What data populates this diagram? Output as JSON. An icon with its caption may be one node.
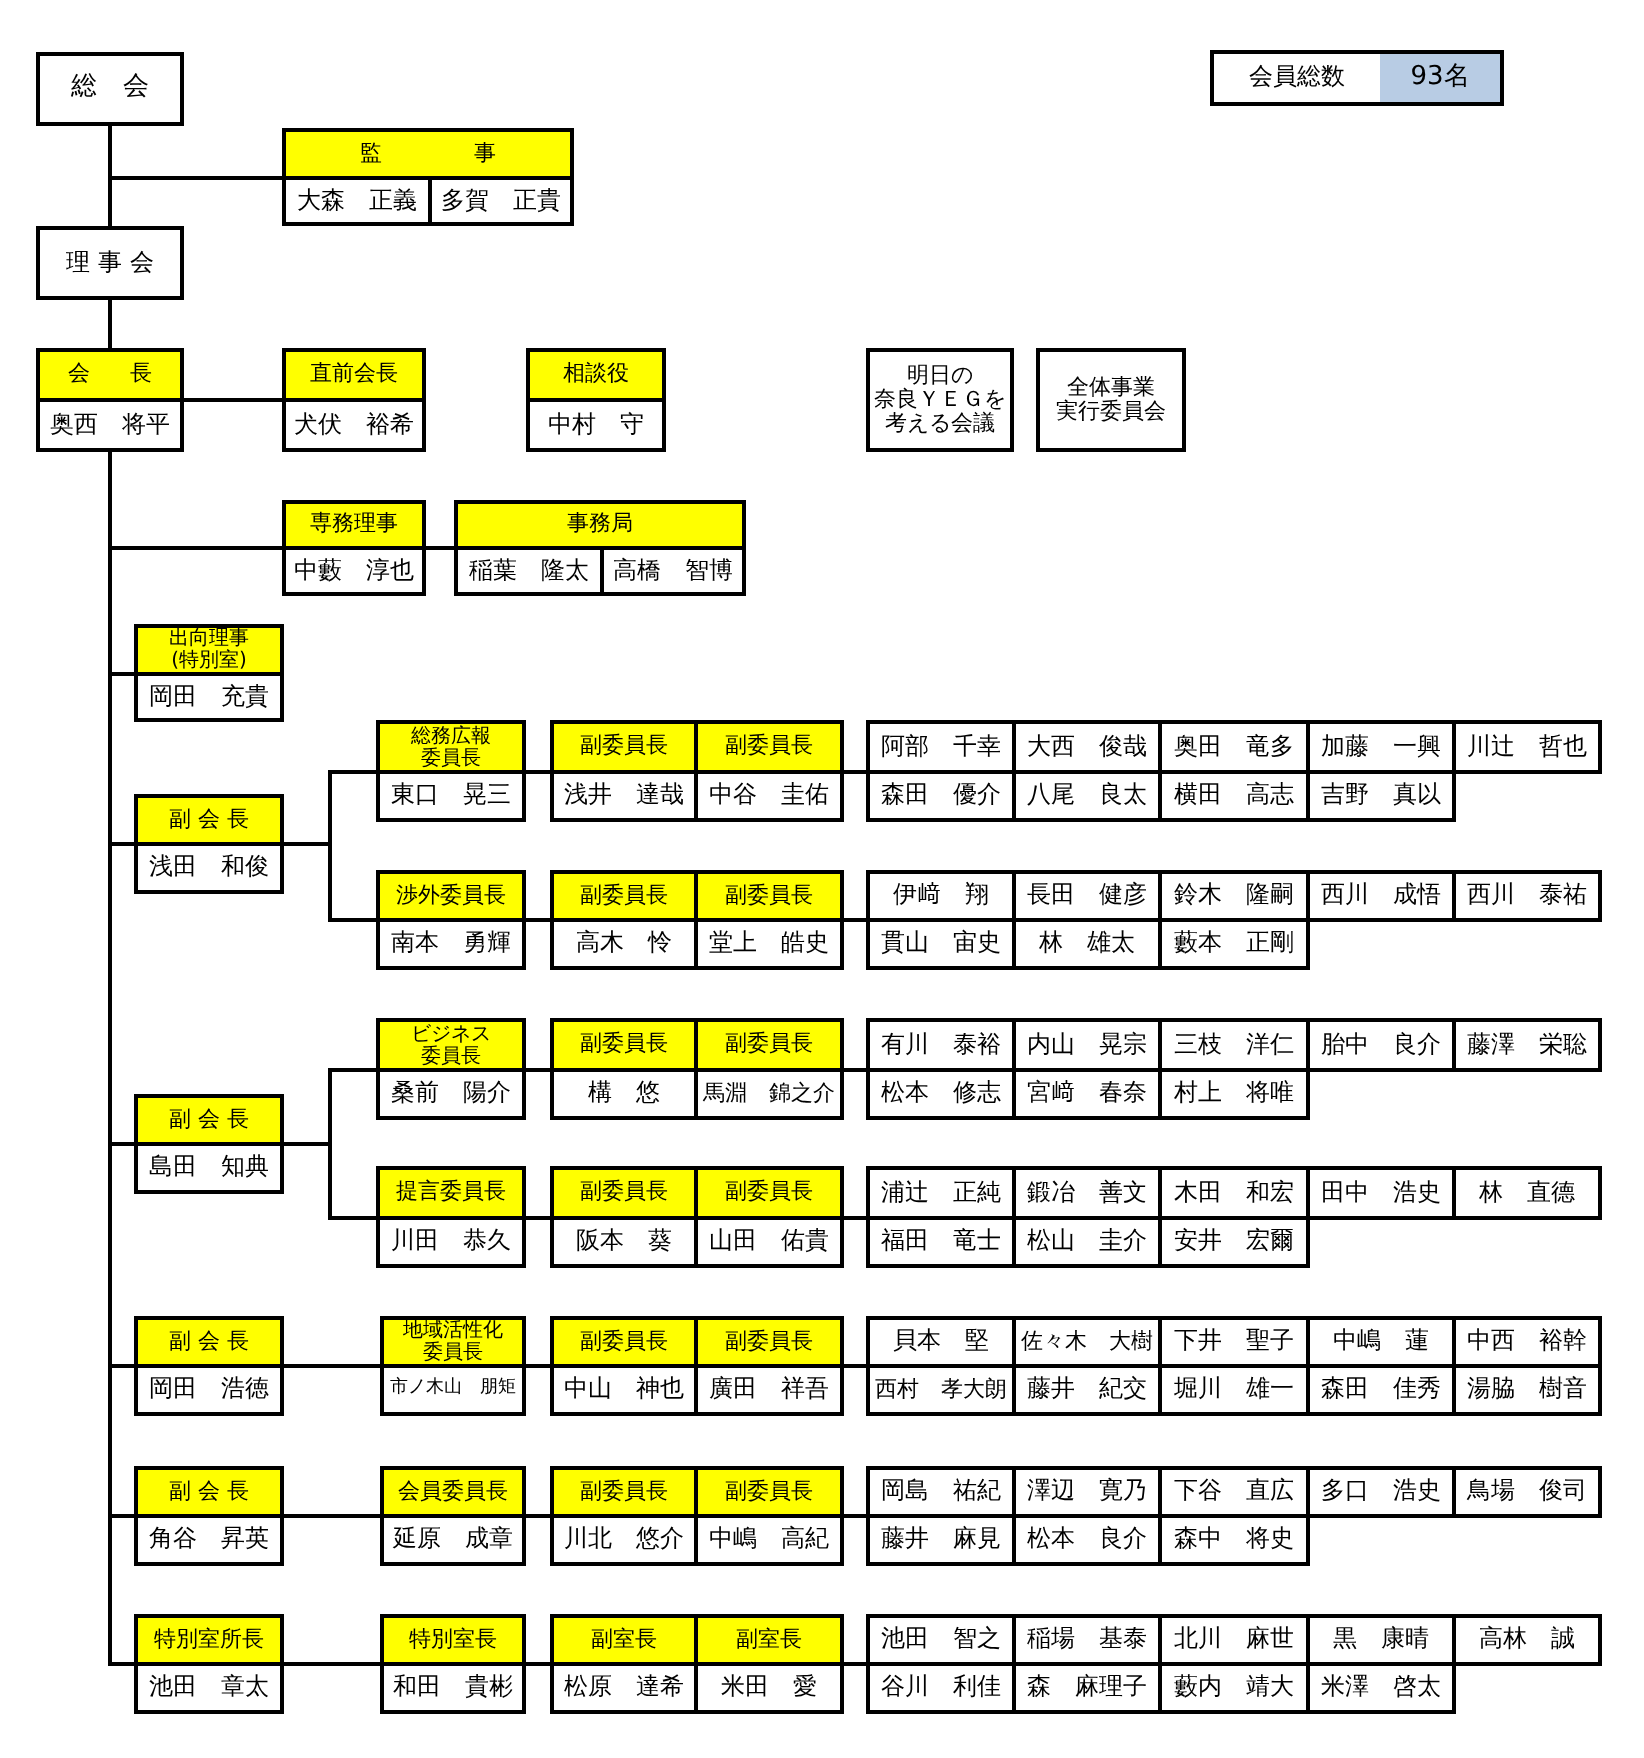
{
  "diagram": {
    "nodes": [
      {
        "text": [
          "総　会"
        ]
      },
      {
        "text": [
          "会員総数",
          "93名"
        ]
      },
      {
        "text": [
          "監　事",
          "大森　正義",
          "多賀　正貴"
        ]
      },
      {
        "text": [
          "理 事 会"
        ]
      },
      {
        "text": [
          "会　長",
          "奥西　将平"
        ]
      },
      {
        "text": [
          "直前会長",
          "犬伏　裕希"
        ]
      },
      {
        "text": [
          "相談役",
          "中村　守"
        ]
      },
      {
        "text": [
          "明日の奈良ＹＥＧを考える会議"
        ]
      },
      {
        "text": [
          "全体事業実行委員会"
        ]
      },
      {
        "text": [
          "専務理事",
          "中藪　淳也"
        ]
      },
      {
        "text": [
          "事務局",
          "稲葉　隆太",
          "高橋　智博"
        ]
      },
      {
        "text": [
          "出向理事(特別室)",
          "岡田　充貴"
        ]
      },
      {
        "text": [
          "総務広報委員長",
          "東口　晃三"
        ]
      },
      {
        "text": [
          "副委員長",
          "浅井　達哉"
        ]
      },
      {
        "text": [
          "副委員長",
          "中谷　圭佑"
        ]
      },
      {
        "text": [
          "阿部　千幸",
          "大西　俊哉",
          "奥田　竜多",
          "加藤　一興",
          "川辻　哲也",
          "森田　優介",
          "八尾　良太",
          "横田　高志",
          "吉野　真以"
        ]
      },
      {
        "text": [
          "副 会 長",
          "浅田　和俊"
        ]
      },
      {
        "text": [
          "渉外委員長",
          "南本　勇輝"
        ]
      },
      {
        "text": [
          "副委員長",
          "高木　怜"
        ]
      },
      {
        "text": [
          "副委員長",
          "堂上　皓史"
        ]
      },
      {
        "text": [
          "伊﨑　翔",
          "長田　健彦",
          "鈴木　隆嗣",
          "西川　成悟",
          "西川　泰祐",
          "貫山　宙史",
          "林　雄太",
          "藪本　正剛"
        ]
      },
      {
        "text": [
          "ビジネス委員長",
          "桑前　陽介"
        ]
      },
      {
        "text": [
          "副委員長",
          "構　悠"
        ]
      },
      {
        "text": [
          "副委員長",
          "馬淵　錦之介"
        ]
      },
      {
        "text": [
          "有川　泰裕",
          "内山　晃宗",
          "三枝　洋仁",
          "胎中　良介",
          "藤澤　栄聡",
          "松本　修志",
          "宮﨑　春奈",
          "村上　将唯"
        ]
      },
      {
        "text": [
          "副 会 長",
          "島田　知典"
        ]
      },
      {
        "text": [
          "提言委員長",
          "川田　恭久"
        ]
      },
      {
        "text": [
          "副委員長",
          "阪本　葵"
        ]
      },
      {
        "text": [
          "副委員長",
          "山田　佑貴"
        ]
      },
      {
        "text": [
          "浦辻　正純",
          "鍛冶　善文",
          "木田　和宏",
          "田中　浩史",
          "林　直德",
          "福田　竜士",
          "松山　圭介",
          "安井　宏爾"
        ]
      },
      {
        "text": [
          "副 会 長",
          "岡田　浩徳"
        ]
      },
      {
        "text": [
          "地域活性化委員長",
          "市ノ木山　朋矩"
        ]
      },
      {
        "text": [
          "副委員長",
          "中山　神也"
        ]
      },
      {
        "text": [
          "副委員長",
          "廣田　祥吾"
        ]
      },
      {
        "text": [
          "貝本　堅",
          "佐々木　大樹",
          "下井　聖子",
          "中嶋　蓮",
          "中西　裕幹",
          "西村　孝大朗",
          "藤井　紀交",
          "堀川　雄一",
          "森田　佳秀",
          "湯脇　樹音"
        ]
      },
      {
        "text": [
          "副 会 長",
          "角谷　昇英"
        ]
      },
      {
        "text": [
          "会員委員長",
          "延原　成章"
        ]
      },
      {
        "text": [
          "副委員長",
          "川北　悠介"
        ]
      },
      {
        "text": [
          "副委員長",
          "中嶋　高紀"
        ]
      },
      {
        "text": [
          "岡島　祐紀",
          "澤辺　寛乃",
          "下谷　直広",
          "多口　浩史",
          "鳥場　俊司",
          "藤井　麻見",
          "松本　良介",
          "森中　将史"
        ]
      },
      {
        "text": [
          "特別室所長",
          "池田　章太"
        ]
      },
      {
        "text": [
          "特別室長",
          "和田　貴彬"
        ]
      },
      {
        "text": [
          "副室長",
          "松原　達希"
        ]
      },
      {
        "text": [
          "副室長",
          "米田　愛"
        ]
      },
      {
        "text": [
          "池田　智之",
          "稲場　基泰",
          "北川　麻世",
          "黒　康晴",
          "高林　誠",
          "谷川　利佳",
          "森　麻理子",
          "藪内　靖大",
          "米澤　啓太"
        ]
      }
    ],
    "edges": [
      {
        "from": 0,
        "to": 3,
        "arrow": "none"
      },
      {
        "from": 0,
        "to": 2,
        "arrow": "none"
      },
      {
        "from": 3,
        "to": 4,
        "arrow": "none"
      },
      {
        "from": 4,
        "to": 5,
        "arrow": "none"
      },
      {
        "from": 4,
        "to": 9,
        "arrow": "none"
      },
      {
        "from": 9,
        "to": 10,
        "arrow": "none"
      },
      {
        "from": 4,
        "to": 11,
        "arrow": "none"
      },
      {
        "from": 4,
        "to": 16,
        "arrow": "none"
      },
      {
        "from": 16,
        "to": 12,
        "arrow": "none"
      },
      {
        "from": 12,
        "to": 13,
        "arrow": "none"
      },
      {
        "from": 14,
        "to": 15,
        "arrow": "none"
      },
      {
        "from": 16,
        "to": 17,
        "arrow": "none"
      },
      {
        "from": 17,
        "to": 18,
        "arrow": "none"
      },
      {
        "from": 19,
        "to": 20,
        "arrow": "none"
      },
      {
        "from": 4,
        "to": 25,
        "arrow": "none"
      },
      {
        "from": 25,
        "to": 21,
        "arrow": "none"
      },
      {
        "from": 21,
        "to": 22,
        "arrow": "none"
      },
      {
        "from": 23,
        "to": 24,
        "arrow": "none"
      },
      {
        "from": 25,
        "to": 26,
        "arrow": "none"
      },
      {
        "from": 26,
        "to": 27,
        "arrow": "none"
      },
      {
        "from": 28,
        "to": 29,
        "arrow": "none"
      },
      {
        "from": 4,
        "to": 30,
        "arrow": "none"
      },
      {
        "from": 30,
        "to": 31,
        "arrow": "none"
      },
      {
        "from": 31,
        "to": 32,
        "arrow": "none"
      },
      {
        "from": 33,
        "to": 34,
        "arrow": "none"
      },
      {
        "from": 4,
        "to": 35,
        "arrow": "none"
      },
      {
        "from": 35,
        "to": 36,
        "arrow": "none"
      },
      {
        "from": 36,
        "to": 37,
        "arrow": "none"
      },
      {
        "from": 38,
        "to": 39,
        "arrow": "none"
      },
      {
        "from": 4,
        "to": 40,
        "arrow": "none"
      },
      {
        "from": 40,
        "to": 41,
        "arrow": "none"
      },
      {
        "from": 41,
        "to": 42,
        "arrow": "none"
      },
      {
        "from": 43,
        "to": 44,
        "arrow": "none"
      }
    ]
  }
}
